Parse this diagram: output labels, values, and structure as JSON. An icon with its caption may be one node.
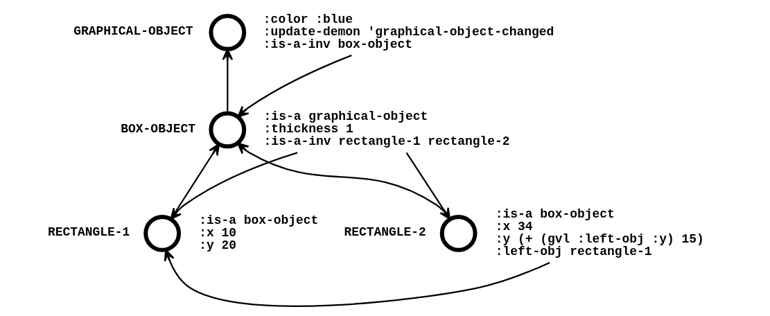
{
  "diagram": {
    "nodes": [
      {
        "text": [],
        "shape": "circle",
        "beside": [
          "GRAPHICAL-OBJECT"
        ]
      },
      {
        "text": [
          ":color :blue",
          ":update-demon 'graphical-object-changed",
          ":is-a-inv box-object"
        ]
      },
      {
        "text": [],
        "shape": "circle",
        "beside": [
          "BOX-OBJECT"
        ]
      },
      {
        "text": [
          ":is-a graphical-object",
          ":thickness 1",
          ":is-a-inv rectangle-1 rectangle-2"
        ]
      },
      {
        "text": [],
        "shape": "circle",
        "beside": [
          "RECTANGLE-1"
        ]
      },
      {
        "text": [
          ":is-a box-object",
          ":x 10",
          ":y 20"
        ]
      },
      {
        "text": [],
        "shape": "circle",
        "beside": [
          "RECTANGLE-2"
        ]
      },
      {
        "text": [
          ":is-a box-object",
          ":x 34",
          ":y (+ (gvl :left-obj :y) 15)",
          ":left-obj rectangle-1"
        ]
      }
    ],
    "edges": [
      {
        "from": 2,
        "to": 0,
        "arrow": "to"
      },
      {
        "from": 1,
        "to": 2,
        "arrow": "to"
      },
      {
        "from": 4,
        "to": 2,
        "arrow": "to"
      },
      {
        "from": 6,
        "to": 2,
        "arrow": "to"
      },
      {
        "from": 3,
        "to": 4,
        "arrow": "to"
      },
      {
        "from": 3,
        "to": 6,
        "arrow": "to"
      },
      {
        "from": 7,
        "to": 4,
        "arrow": "to"
      }
    ]
  }
}
